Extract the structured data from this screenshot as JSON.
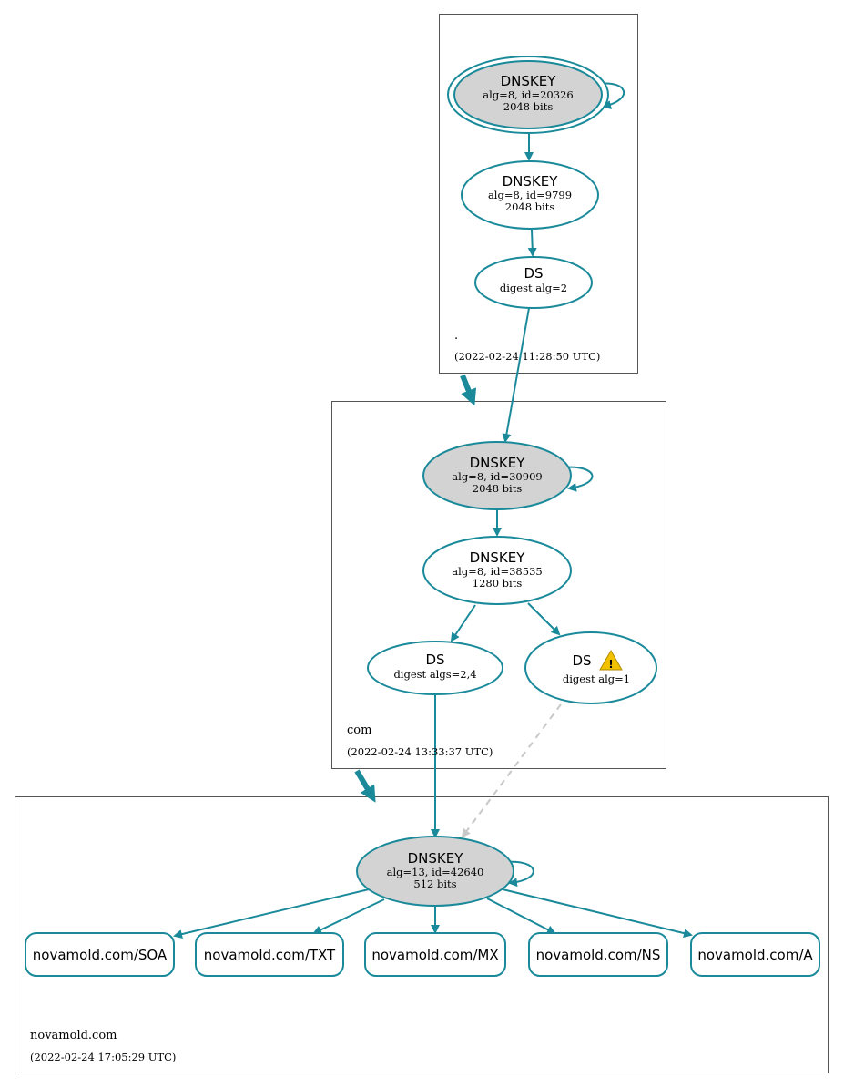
{
  "zones": {
    "root": {
      "name": ".",
      "timestamp": "(2022-02-24 11:28:50 UTC)",
      "nodes": {
        "ksk": {
          "title": "DNSKEY",
          "line1": "alg=8, id=20326",
          "line2": "2048 bits"
        },
        "zsk": {
          "title": "DNSKEY",
          "line1": "alg=8, id=9799",
          "line2": "2048 bits"
        },
        "ds": {
          "title": "DS",
          "line1": "digest alg=2"
        }
      }
    },
    "com": {
      "name": "com",
      "timestamp": "(2022-02-24 13:33:37 UTC)",
      "nodes": {
        "ksk": {
          "title": "DNSKEY",
          "line1": "alg=8, id=30909",
          "line2": "2048 bits"
        },
        "zsk": {
          "title": "DNSKEY",
          "line1": "alg=8, id=38535",
          "line2": "1280 bits"
        },
        "ds1": {
          "title": "DS",
          "line1": "digest algs=2,4"
        },
        "ds2": {
          "title": "DS",
          "line1": "digest alg=1",
          "warning": "!"
        }
      }
    },
    "novamold": {
      "name": "novamold.com",
      "timestamp": "(2022-02-24 17:05:29 UTC)",
      "nodes": {
        "ksk": {
          "title": "DNSKEY",
          "line1": "alg=13, id=42640",
          "line2": "512 bits"
        }
      },
      "rrsets": [
        "novamold.com/SOA",
        "novamold.com/TXT",
        "novamold.com/MX",
        "novamold.com/NS",
        "novamold.com/A"
      ]
    }
  },
  "colors": {
    "edge": "#1a8a9a",
    "ksk_fill": "#d3d3d3",
    "dashed_edge": "#c8c8c8",
    "warning": "#f2c200"
  }
}
